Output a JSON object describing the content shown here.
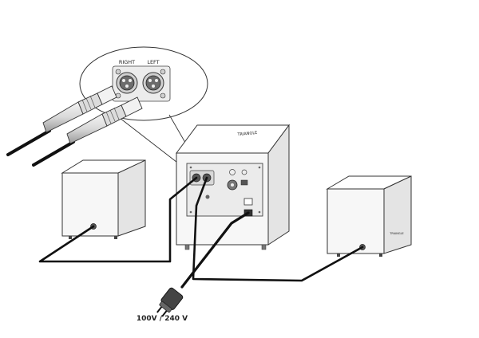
{
  "connectors": {
    "right_label": "RIGHT",
    "left_label": "LEFT"
  },
  "power": {
    "voltage_label": "100V / 240 V"
  },
  "subwoofer": {
    "brand_text": "TRIANGLE"
  },
  "right_speaker": {
    "brand_text": "TRIANGLE"
  }
}
